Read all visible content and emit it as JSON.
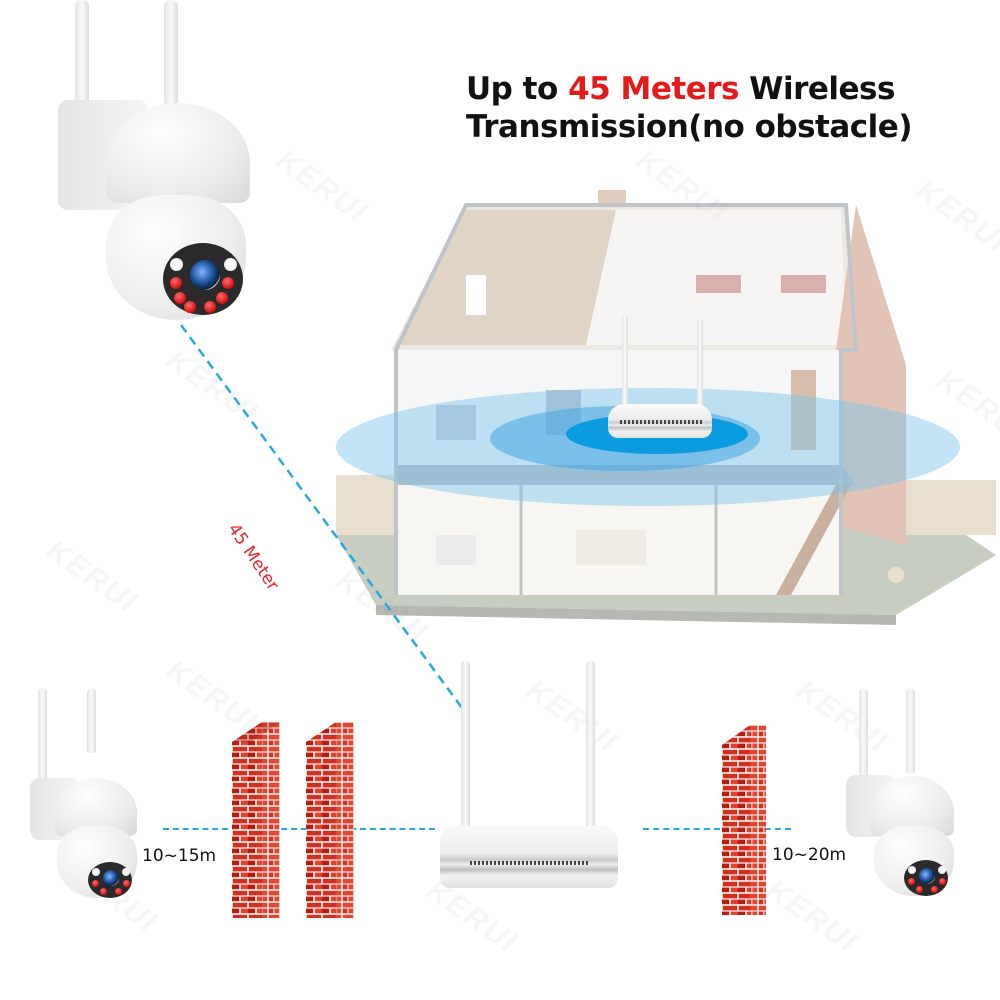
{
  "headline": {
    "prefix": "Up to ",
    "highlight": "45 Meters",
    "suffix": " Wireless",
    "line2": "Transmission(no obstacle)"
  },
  "labels": {
    "diagonal_distance": "45 Meter",
    "left_distance": "10~15m",
    "right_distance": "10~20m"
  },
  "watermark": "KERUI",
  "colors": {
    "highlight_red": "#e51b1b",
    "dash_blue": "#27a9df",
    "wifi_blue": "#0b9be0",
    "brick_red": "#c4241b",
    "text": "#111111"
  },
  "scene": {
    "top_camera": "ptz-wifi-camera",
    "house": "cutaway-house-with-router",
    "center_router": "wifi-nvr-router",
    "left_camera": "ptz-wifi-camera",
    "right_camera": "ptz-wifi-camera",
    "left_walls": 2,
    "right_walls": 1
  }
}
